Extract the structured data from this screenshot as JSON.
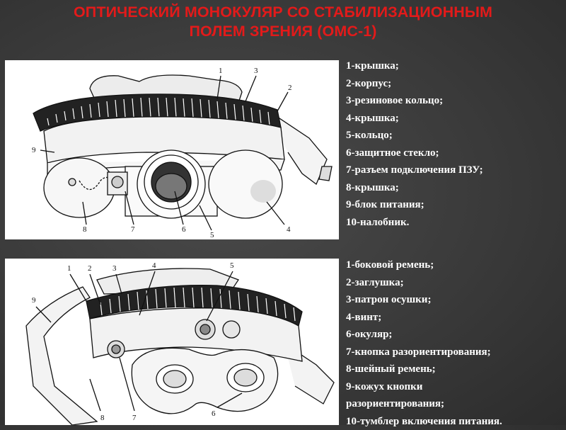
{
  "title": {
    "line1": "ОПТИЧЕСКИЙ МОНОКУЛЯР СО СТАБИЛИЗАЦИОННЫМ",
    "line2": "ПОЛЕМ ЗРЕНИЯ (ОМС-1)"
  },
  "diagram_top": {
    "labels": [
      "1",
      "3",
      "2",
      "9",
      "8",
      "7",
      "6",
      "5",
      "4"
    ]
  },
  "legend_top": [
    "1-крышка;",
    "2-корпус;",
    "3-резиновое кольцо;",
    "4-крышка;",
    "5-кольцо;",
    "6-защитное стекло;",
    "7-разъем подключения ПЗУ;",
    "8-крышка;",
    "9-блок питания;",
    "10-налобник."
  ],
  "diagram_bottom": {
    "labels": [
      "1",
      "2",
      "3",
      "4",
      "5",
      "9",
      "8",
      "7",
      "6"
    ]
  },
  "legend_bottom": [
    "1-боковой ремень;",
    "2-заглушка;",
    "3-патрон осушки;",
    "4-винт;",
    "6-окуляр;",
    "7-кнопка разориентирования;",
    "8-шейный ремень;",
    "9-кожух кнопки",
    "разориентирования;",
    "10-тумблер включения питания."
  ]
}
